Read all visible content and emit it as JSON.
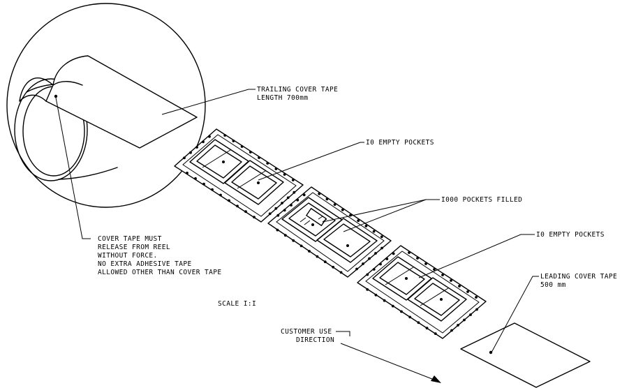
{
  "labels": {
    "trailing_1": "TRAILING COVER TAPE",
    "trailing_2": "LENGTH 700mm",
    "empty_top": "I0 EMPTY POCKETS",
    "filled": "I000 POCKETS FILLED",
    "empty_bottom": "I0 EMPTY POCKETS",
    "leading_1": "LEADING COVER TAPE",
    "leading_2": "500 mm",
    "note_1": "COVER TAPE MUST",
    "note_2": "RELEASE FROM REEL",
    "note_3": "WITHOUT FORCE.",
    "note_4": "NO EXTRA ADHESIVE TAPE",
    "note_5": "ALLOWED OTHER THAN COVER TAPE",
    "scale": "SCALE  I:I",
    "direction_1": "CUSTOMER USE",
    "direction_2": "DIRECTION"
  }
}
